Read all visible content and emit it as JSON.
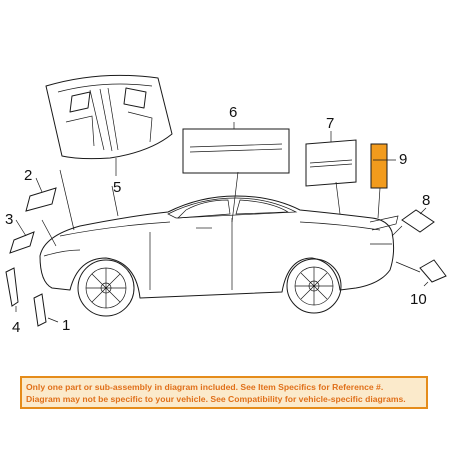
{
  "diagram": {
    "callouts": [
      "1",
      "2",
      "3",
      "4",
      "5",
      "6",
      "7",
      "8",
      "9",
      "10"
    ],
    "highlight_color": "#f29b1d",
    "highlighted_part": "9"
  },
  "notice": {
    "line1": "Only one part or sub-assembly in diagram included. See Item Specifics for Reference #.",
    "line2": "Diagram may not be specific to your vehicle. See Compatibility for vehicle-specific diagrams.",
    "text_color": "#e0701a",
    "background_color": "#fbeacb",
    "border_color": "#e58c1a"
  }
}
